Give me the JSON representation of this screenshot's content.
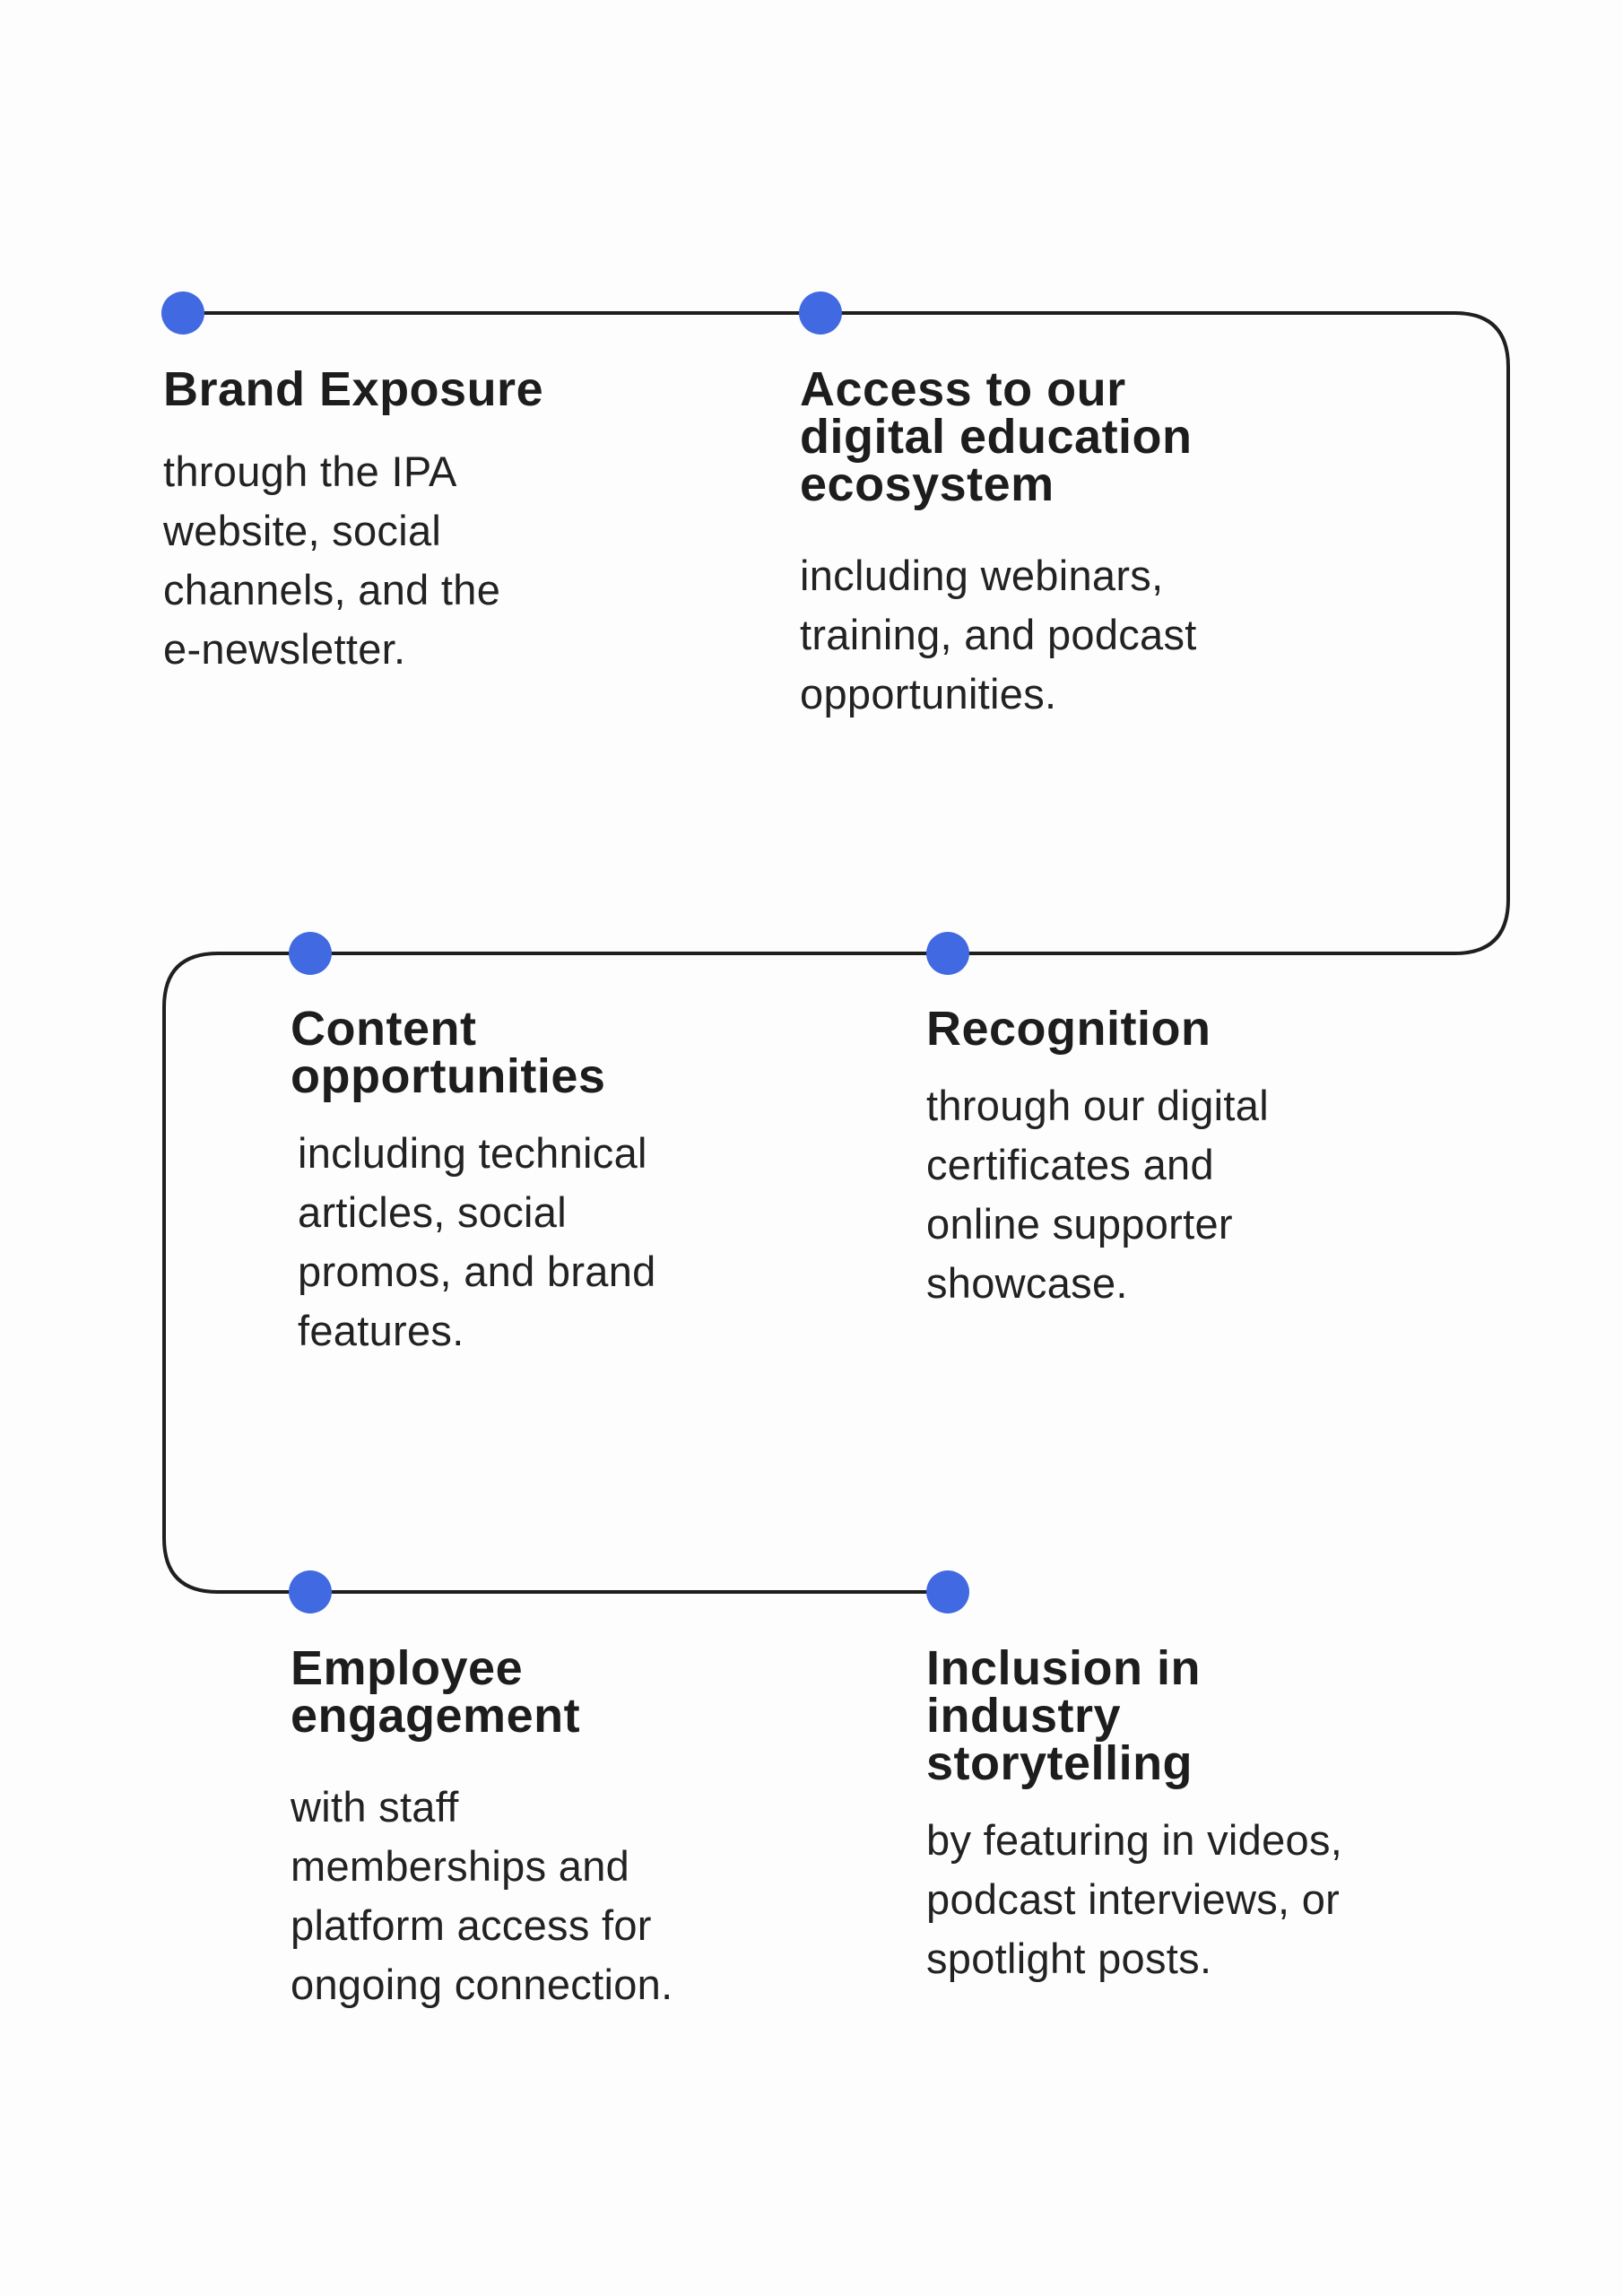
{
  "accent_color": "#4169e1",
  "line_color": "#1f1f1f",
  "items": [
    {
      "title_lines": [
        "Brand Exposure"
      ],
      "description_lines": [
        "through the IPA",
        "website, social",
        "channels, and the",
        "e-newsletter."
      ]
    },
    {
      "title_lines": [
        "Access to our",
        "digital education",
        "ecosystem"
      ],
      "description_lines": [
        "including webinars,",
        "training, and podcast",
        "opportunities."
      ]
    },
    {
      "title_lines": [
        "Content",
        "opportunities"
      ],
      "description_lines": [
        "including technical",
        "articles, social",
        "promos, and brand",
        "features."
      ]
    },
    {
      "title_lines": [
        "Recognition"
      ],
      "description_lines": [
        "through our digital",
        "certificates and",
        "online supporter",
        "showcase."
      ]
    },
    {
      "title_lines": [
        "Employee",
        "engagement"
      ],
      "description_lines": [
        "with staff",
        "memberships and",
        "platform access for",
        "ongoing connection."
      ]
    },
    {
      "title_lines": [
        "Inclusion in",
        "industry",
        "storytelling"
      ],
      "description_lines": [
        "by featuring in videos,",
        "podcast interviews, or",
        "spotlight posts."
      ]
    }
  ]
}
